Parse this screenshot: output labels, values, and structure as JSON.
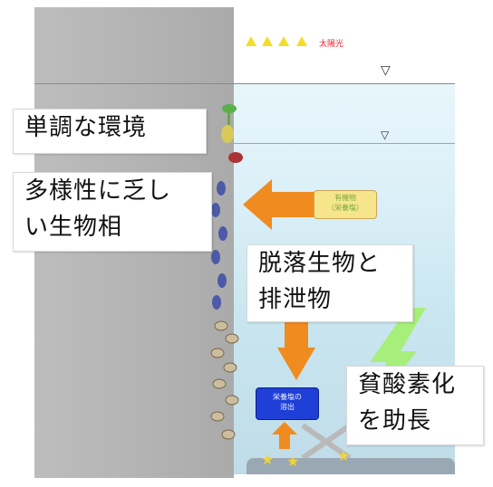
{
  "diagram": {
    "top_label": "太陽光",
    "water_level_1": "▽",
    "water_level_2": "▽",
    "boxes": {
      "monotonous_env": "単調な環境",
      "poor_biota_line1": "多様性に乏し",
      "poor_biota_line2": "い生物相",
      "detached_organisms_line1": "脱落生物と",
      "detached_organisms_line2": "排泄物",
      "anoxia_line1": "貧酸素化",
      "anoxia_line2": "を助長"
    },
    "small_boxes": {
      "organic_line1": "有機物",
      "organic_line2": "（栄養塩）",
      "nutrient_line1": "栄養塩の",
      "nutrient_line2": "溶出"
    },
    "colors": {
      "wall": "#b4b4b4",
      "sea_top": "#e8f6fb",
      "sea_bottom": "#bfdce8",
      "arrow_orange": "#f08b1f",
      "box_blue": "#1f3fd6",
      "organic_box": "#f6e58b",
      "lightning": "#a7ef7a",
      "cross": "#b9b9b9",
      "sun": "#f4dd2a"
    },
    "icons": [
      "sun-icon",
      "water-level-icon",
      "orange-arrow-left",
      "orange-arrow-down",
      "orange-arrow-up",
      "lightning-icon",
      "cross-icon",
      "star-icon"
    ]
  }
}
